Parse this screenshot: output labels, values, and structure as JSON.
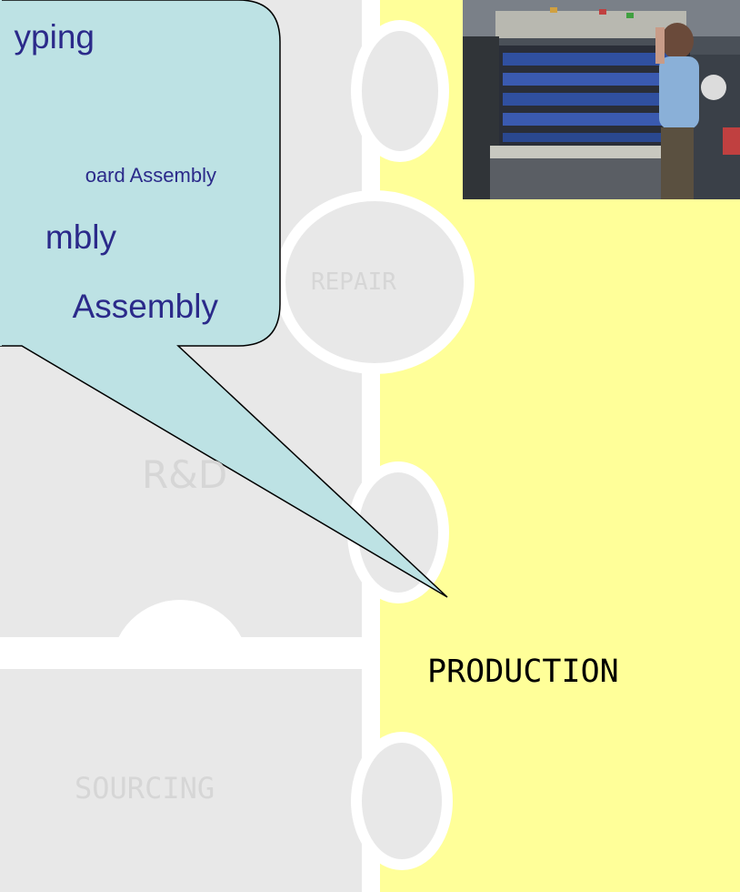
{
  "slide": {
    "background_color": "#ffffff",
    "highlight_color": "#ffff99",
    "puzzle_color": "#e8e8e8",
    "bubble_color": "#bde2e4",
    "bubble_text_color": "#2b2a8a"
  },
  "puzzle": {
    "pieces": [
      {
        "label": "REPAIR"
      },
      {
        "label": "R&D"
      },
      {
        "label": "PRODUCTION"
      },
      {
        "label": "SOURCING"
      }
    ]
  },
  "callout": {
    "lines": [
      "yping",
      "oard Assembly",
      "mbly",
      "Assembly"
    ]
  },
  "photo": {
    "icon": "warehouse-shelving-photo"
  }
}
